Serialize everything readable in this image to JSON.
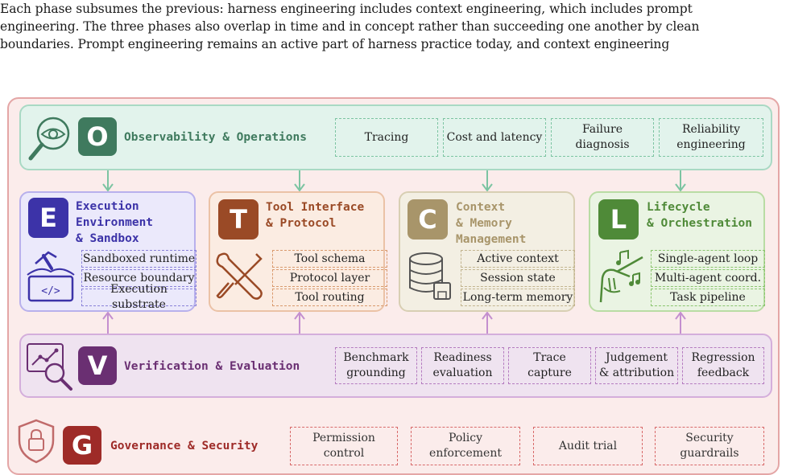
{
  "paragraph": {
    "line1": "Each phase subsumes the previous: harness engineering includes context engineering, which includes prompt",
    "line2": "engineering. The three phases also overlap in time and in concept rather than succeeding one another by clean",
    "line3": "boundaries. Prompt engineering remains an active part of harness practice today, and context engineering"
  },
  "colors": {
    "observability": "#3f7a5e",
    "execution": "#3c33a8",
    "tool": "#9a4a26",
    "context": "#a8956a",
    "lifecycle": "#4f8a38",
    "verification": "#6a2f72",
    "governance": "#9e2b28"
  },
  "observability": {
    "letter": "O",
    "title": "Observability & Operations",
    "items": [
      "Tracing",
      "Cost and latency",
      "Failure\ndiagnosis",
      "Reliability\nengineering"
    ]
  },
  "execution": {
    "letter": "E",
    "title": "Execution\nEnvironment\n& Sandbox",
    "items": [
      "Sandboxed runtime",
      "Resource boundary",
      "Execution substrate"
    ]
  },
  "tool": {
    "letter": "T",
    "title": "Tool Interface\n& Protocol",
    "items": [
      "Tool schema",
      "Protocol layer",
      "Tool routing"
    ]
  },
  "context": {
    "letter": "C",
    "title": "Context\n& Memory\nManagement",
    "items": [
      "Active context",
      "Session state",
      "Long-term memory"
    ]
  },
  "lifecycle": {
    "letter": "L",
    "title": "Lifecycle\n& Orchestration",
    "items": [
      "Single-agent loop",
      "Multi-agent coord.",
      "Task pipeline"
    ]
  },
  "verification": {
    "letter": "V",
    "title": "Verification & Evaluation",
    "items": [
      "Benchmark\ngrounding",
      "Readiness\nevaluation",
      "Trace\ncapture",
      "Judgement\n& attribution",
      "Regression\nfeedback"
    ]
  },
  "governance": {
    "letter": "G",
    "title": "Governance & Security",
    "items": [
      "Permission\ncontrol",
      "Policy\nenforcement",
      "Audit trial",
      "Security\nguardrails"
    ]
  }
}
